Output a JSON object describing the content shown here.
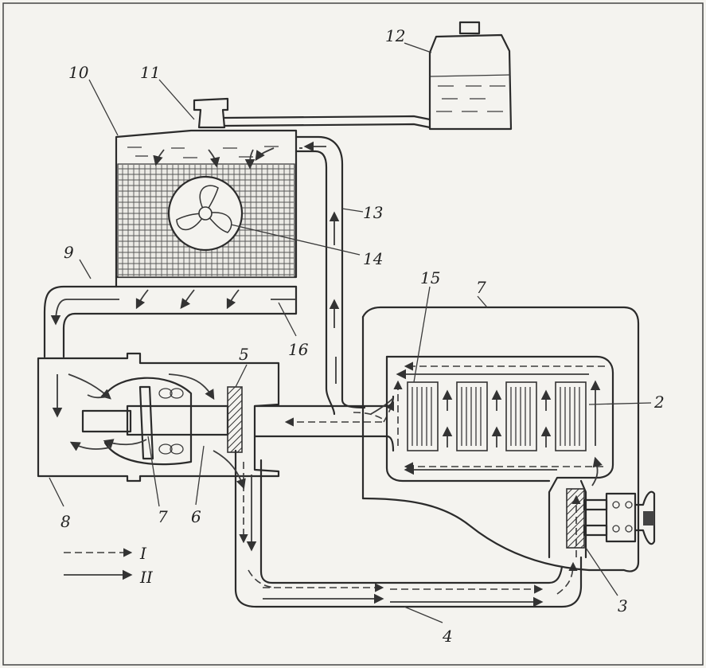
{
  "labels": {
    "n1": "2",
    "n2": "3",
    "n3": "4",
    "n4": "5",
    "n5": "6",
    "n6": "7",
    "n7": "7",
    "n8": "8",
    "n9": "9",
    "n10": "10",
    "n11": "11",
    "n12": "12",
    "n13": "13",
    "n14": "14",
    "n15": "15",
    "n16": "16"
  },
  "legend": {
    "dashed": "I",
    "solid": "II"
  }
}
